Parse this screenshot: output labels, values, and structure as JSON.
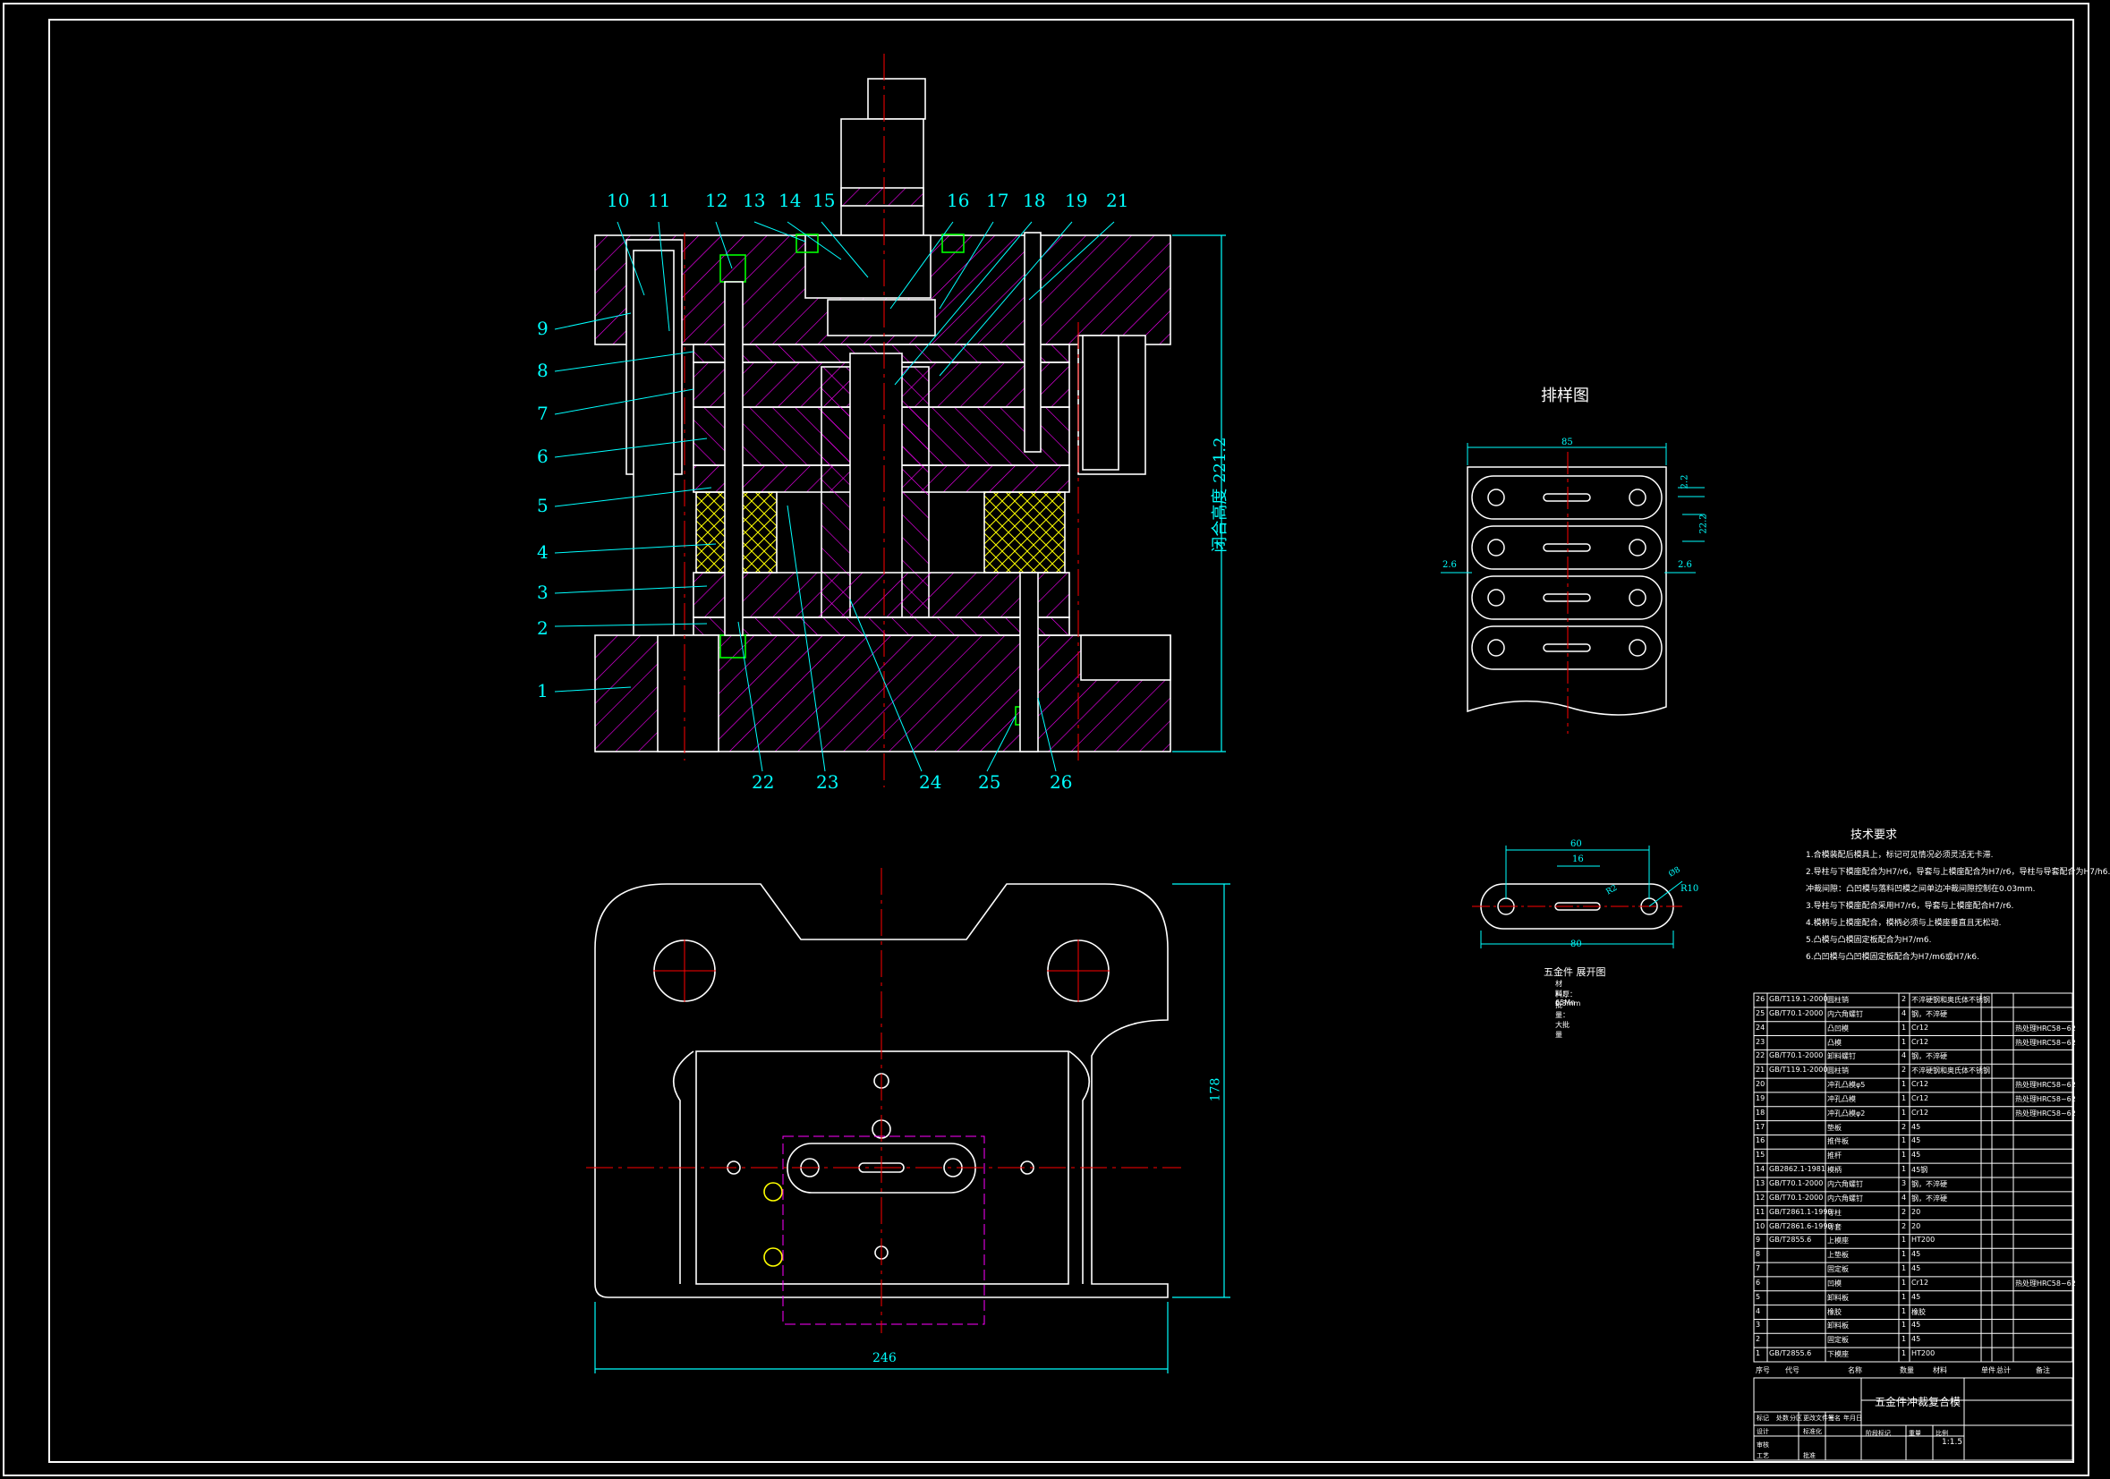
{
  "drawing": {
    "title": "五金件冲裁复合模",
    "closed_height_label": "闭合高度 221.2",
    "layout_title": "排样图",
    "part_title": "五金件   展开图",
    "part_notes": [
      "材料：65Mn",
      "料厚：0.3mm",
      "批量：大批量"
    ],
    "tech_title": "技术要求",
    "tech_requirements": [
      "1.合模装配后模具上，标记可见情况必须灵活无卡滞.",
      "2.导柱与下模座配合为H7/r6，导套与上模座配合为H7/r6，导柱与导套配合为H7/h6.",
      "  冲裁间隙：凸凹模与落料凹模之间单边冲裁间隙控制在0.03mm.",
      "3.导柱与下模座配合采用H7/r6，导套与上模座配合H7/r6.",
      "4.模柄与上模座配合，模柄必须与上模座垂直且无松动.",
      "5.凸模与凸模固定板配合为H7/m6.",
      "6.凸凹模与凸凹模固定板配合为H7/m6或H7/k6."
    ]
  },
  "callouts": {
    "top": [
      "10",
      "11",
      "12",
      "13",
      "14",
      "15",
      "16",
      "17",
      "18",
      "19",
      "21"
    ],
    "left": [
      "9",
      "8",
      "7",
      "6",
      "5",
      "4",
      "3",
      "2",
      "1"
    ],
    "bottom": [
      "22",
      "23",
      "24",
      "25",
      "26"
    ]
  },
  "dimensions": {
    "plan_width": "246",
    "plan_height": "178",
    "strip_width": "85",
    "strip_pitch": "22.2",
    "strip_gap": "2.2",
    "strip_margin_left": "2.6",
    "strip_margin_right": "2.6",
    "part_length_top": "60",
    "part_slot": "16",
    "part_length_bottom": "80",
    "part_r": "R10",
    "part_r_small": "R2",
    "part_hole": "Ø8"
  },
  "bom": [
    {
      "no": "26",
      "std": "GB/T119.1-2000",
      "name": "圆柱销",
      "qty": "2",
      "mat": "不淬硬钢和奥氏体不锈钢",
      "note": ""
    },
    {
      "no": "25",
      "std": "GB/T70.1-2000",
      "name": "内六角螺钉",
      "qty": "4",
      "mat": "钢，不淬硬",
      "note": ""
    },
    {
      "no": "24",
      "std": "",
      "name": "凸凹模",
      "qty": "1",
      "mat": "Cr12",
      "note": "热处理HRC58~62"
    },
    {
      "no": "23",
      "std": "",
      "name": "凸模",
      "qty": "1",
      "mat": "Cr12",
      "note": "热处理HRC58~62"
    },
    {
      "no": "22",
      "std": "GB/T70.1-2000",
      "name": "卸料螺钉",
      "qty": "4",
      "mat": "钢，不淬硬",
      "note": ""
    },
    {
      "no": "21",
      "std": "GB/T119.1-2000",
      "name": "圆柱销",
      "qty": "2",
      "mat": "不淬硬钢和奥氏体不锈钢",
      "note": ""
    },
    {
      "no": "20",
      "std": "",
      "name": "冲孔凸模φ5",
      "qty": "1",
      "mat": "Cr12",
      "note": "热处理HRC58~62"
    },
    {
      "no": "19",
      "std": "",
      "name": "冲孔凸模",
      "qty": "1",
      "mat": "Cr12",
      "note": "热处理HRC58~62"
    },
    {
      "no": "18",
      "std": "",
      "name": "冲孔凸模φ2",
      "qty": "1",
      "mat": "Cr12",
      "note": "热处理HRC58~62"
    },
    {
      "no": "17",
      "std": "",
      "name": "垫板",
      "qty": "2",
      "mat": "45",
      "note": ""
    },
    {
      "no": "16",
      "std": "",
      "name": "推件板",
      "qty": "1",
      "mat": "45",
      "note": ""
    },
    {
      "no": "15",
      "std": "",
      "name": "推杆",
      "qty": "1",
      "mat": "45",
      "note": ""
    },
    {
      "no": "14",
      "std": "GB2862.1-1981",
      "name": "模柄",
      "qty": "1",
      "mat": "45钢",
      "note": ""
    },
    {
      "no": "13",
      "std": "GB/T70.1-2000",
      "name": "内六角螺钉",
      "qty": "3",
      "mat": "钢，不淬硬",
      "note": ""
    },
    {
      "no": "12",
      "std": "GB/T70.1-2000",
      "name": "内六角螺钉",
      "qty": "4",
      "mat": "钢，不淬硬",
      "note": ""
    },
    {
      "no": "11",
      "std": "GB/T2861.1-1990",
      "name": "导柱",
      "qty": "2",
      "mat": "20",
      "note": ""
    },
    {
      "no": "10",
      "std": "GB/T2861.6-1990",
      "name": "导套",
      "qty": "2",
      "mat": "20",
      "note": ""
    },
    {
      "no": "9",
      "std": "GB/T2855.6",
      "name": "上模座",
      "qty": "1",
      "mat": "HT200",
      "note": ""
    },
    {
      "no": "8",
      "std": "",
      "name": "上垫板",
      "qty": "1",
      "mat": "45",
      "note": ""
    },
    {
      "no": "7",
      "std": "",
      "name": "固定板",
      "qty": "1",
      "mat": "45",
      "note": ""
    },
    {
      "no": "6",
      "std": "",
      "name": "凹模",
      "qty": "1",
      "mat": "Cr12",
      "note": "热处理HRC58~62"
    },
    {
      "no": "5",
      "std": "",
      "name": "卸料板",
      "qty": "1",
      "mat": "45",
      "note": ""
    },
    {
      "no": "4",
      "std": "",
      "name": "橡胶",
      "qty": "1",
      "mat": "橡胶",
      "note": ""
    },
    {
      "no": "3",
      "std": "",
      "name": "卸料板",
      "qty": "1",
      "mat": "45",
      "note": ""
    },
    {
      "no": "2",
      "std": "",
      "name": "固定板",
      "qty": "1",
      "mat": "45",
      "note": ""
    },
    {
      "no": "1",
      "std": "GB/T2855.6",
      "name": "下模座",
      "qty": "1",
      "mat": "HT200",
      "note": ""
    }
  ],
  "bom_header": {
    "no": "序号",
    "std": "代号",
    "name": "名称",
    "qty": "数量",
    "mat": "材料",
    "weight_single": "单件",
    "weight_total": "总计",
    "note": "备注"
  },
  "title_block": {
    "labels": [
      "标记",
      "处数",
      "分区",
      "更改文件号",
      "签名",
      "年月日",
      "设计",
      "标准化",
      "阶段标记",
      "重量",
      "比例",
      "审核",
      "工艺",
      "批准"
    ],
    "scale": "1:1.5"
  },
  "colors": {
    "background": "#000000",
    "outline": "#ffffff",
    "hatch": "#ff00ff",
    "centerline": "#ff0000",
    "dimension": "#00ffff",
    "screw": "#00ff00",
    "rubber": "#ffff00"
  }
}
